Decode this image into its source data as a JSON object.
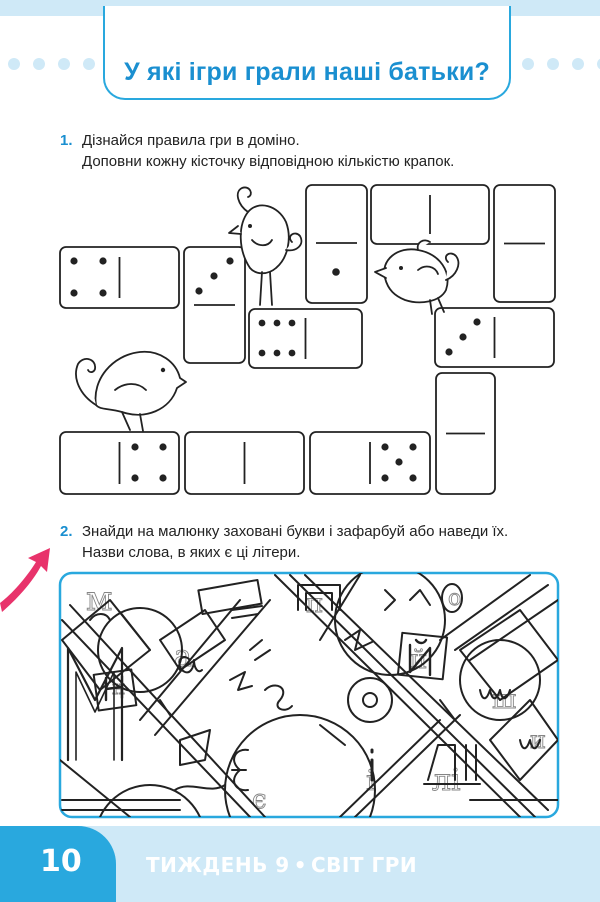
{
  "header": {
    "title": "У які ігри грали наші батьки?"
  },
  "task1": {
    "number": "1.",
    "line1": "Дізнайся правила гри в доміно.",
    "line2": "Доповни кожну кісточку відповідною кількістю крапок."
  },
  "task2": {
    "number": "2.",
    "line1": "Знайди на малюнку заховані букви і зафарбуй або наведи їх.",
    "line2": "Назви слова, в яких є ці літери."
  },
  "puzzle_letters": [
    "м",
    "а",
    "н",
    "є",
    "й",
    "о",
    "ш",
    "і",
    "лі",
    "и",
    "п"
  ],
  "footer": {
    "page_number": "10",
    "week": "ТИЖДЕНЬ 9",
    "separator": "•",
    "theme": "СВІТ ГРИ"
  },
  "colors": {
    "accent": "#29a8de",
    "light": "#cfe9f7",
    "arrow": "#e8336b"
  }
}
